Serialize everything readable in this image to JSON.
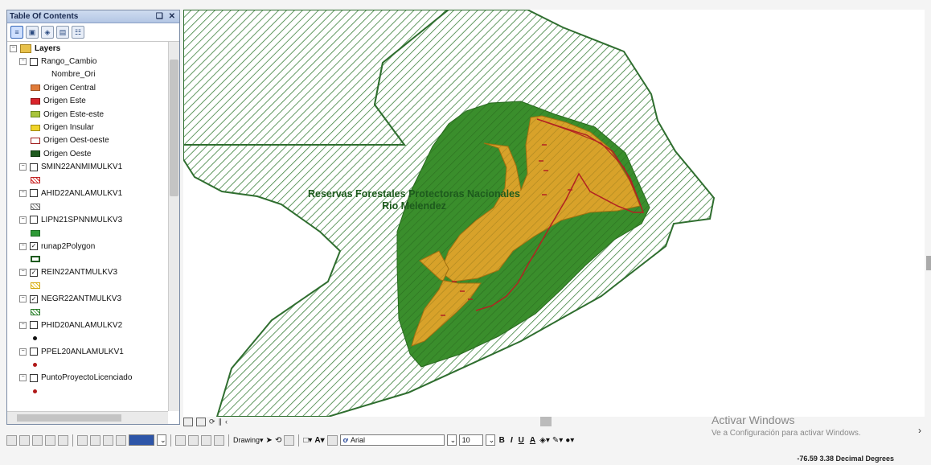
{
  "toc": {
    "title": "Table Of Contents",
    "title_controls": "❑ ✕",
    "tool_icons": [
      "list-by-drawing-order-icon",
      "list-by-source-icon",
      "list-by-visibility-icon",
      "list-by-selection-icon",
      "options-icon"
    ],
    "root": "Layers",
    "items": [
      {
        "type": "layer",
        "label": "Rango_Cambio",
        "checked": false
      },
      {
        "type": "field",
        "label": "Nombre_Ori"
      },
      {
        "type": "legend",
        "label": "Origen Central",
        "color": "#e07b39",
        "border": "#a05020"
      },
      {
        "type": "legend",
        "label": "Origen Este",
        "color": "#d9232b",
        "border": "#901010"
      },
      {
        "type": "legend",
        "label": "Origen Este-este",
        "color": "#a8c43a",
        "border": "#6a8a20"
      },
      {
        "type": "legend",
        "label": "Origen Insular",
        "color": "#f0d428",
        "border": "#a08a10"
      },
      {
        "type": "legend",
        "label": "Origen Oest-oeste",
        "color": "#ffffff",
        "border": "#a02020"
      },
      {
        "type": "legend",
        "label": "Origen Oeste",
        "color": "#1e5a1e",
        "border": "#103810"
      },
      {
        "type": "layer",
        "label": "SMIN22ANMIMULKV1",
        "checked": false
      },
      {
        "type": "symbol",
        "sym": "hatch-red"
      },
      {
        "type": "layer",
        "label": "AHID22ANLAMULKV1",
        "checked": false
      },
      {
        "type": "symbol",
        "sym": "hatch-gray"
      },
      {
        "type": "layer",
        "label": "LIPN21SPNNMULKV3",
        "checked": false
      },
      {
        "type": "symbol",
        "sym": "green"
      },
      {
        "type": "layer",
        "label": "runap2Polygon",
        "checked": true
      },
      {
        "type": "symbol",
        "sym": "dkgreen-outline"
      },
      {
        "type": "layer",
        "label": "REIN22ANTMULKV3",
        "checked": true
      },
      {
        "type": "symbol",
        "sym": "hatch-yellow"
      },
      {
        "type": "layer",
        "label": "NEGR22ANTMULKV3",
        "checked": true
      },
      {
        "type": "symbol",
        "sym": "hatch-green"
      },
      {
        "type": "layer",
        "label": "PHID20ANLAMULKV2",
        "checked": false
      },
      {
        "type": "symbol",
        "sym": "dot-black"
      },
      {
        "type": "layer",
        "label": "PPEL20ANLAMULKV1",
        "checked": false
      },
      {
        "type": "symbol",
        "sym": "dot-red"
      },
      {
        "type": "layer",
        "label": "PuntoProyectoLicenciado",
        "checked": false
      },
      {
        "type": "symbol",
        "sym": "dot-red"
      }
    ]
  },
  "map": {
    "label_line1": "Reservas Forestales Protectoras Nacionales",
    "label_line2": "Rio Melendez",
    "colors": {
      "hatch": "#2f7a2f",
      "dark_green": "#3a8e2c",
      "orange": "#d9a227",
      "line": "#b22222"
    }
  },
  "drawing_toolbar": {
    "drawing_label": "Drawing",
    "font_name": "Arial",
    "font_size": "10",
    "bold": "B",
    "italic": "I",
    "underline": "U",
    "font_color_label": "A"
  },
  "activation": {
    "title": "Activar Windows",
    "subtitle": "Ve a Configuración para activar Windows."
  },
  "status": {
    "coordinates": "-76.59 3.38 Decimal Degrees"
  }
}
